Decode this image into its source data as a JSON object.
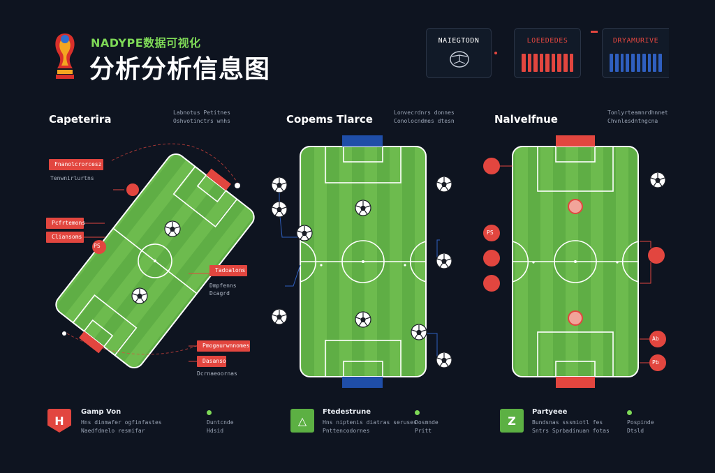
{
  "header": {
    "subtitle": "NADYPE数据可视化",
    "title": "分析分析信息图"
  },
  "stats": [
    {
      "label": "NAIEGTODN",
      "kind": "ball"
    },
    {
      "label": "LOEEDEDES",
      "kind": "bars",
      "color": "#e2463f"
    },
    {
      "label": "DRYAMURIVE",
      "kind": "bars",
      "color": "#2f5fbf"
    }
  ],
  "columns": [
    {
      "title": "Capeterira",
      "note": [
        "Labnotus Petitnes",
        "Oshvotinctrs wnhs"
      ],
      "tags": [
        {
          "label": "Fnanolcrorcesz",
          "desc": "Tenwnirlurtns"
        },
        {
          "label": "Pcfrtemons",
          "desc": ""
        },
        {
          "label": "Cliansoms",
          "desc": ""
        },
        {
          "label": "Tadoalons",
          "desc": "Dmpfenns\nDcagrd"
        },
        {
          "label": "Pmogaurwnnomes",
          "desc": ""
        },
        {
          "label": "Dasanso",
          "desc": "Dcrnaeoornas"
        }
      ],
      "marker": "PS"
    },
    {
      "title": "Copems Tlarce",
      "note": [
        "Lonvecrdnrs donnes",
        "Conolocndmes dtesn"
      ]
    },
    {
      "title": "Nalvelfnue",
      "note": [
        "Tonlyrteamnrdhnnet",
        "Chvnlesdntngcna"
      ],
      "markers": [
        "PS",
        "Ab",
        "Pb"
      ]
    }
  ],
  "footer": [
    {
      "icon": "flag-icon",
      "icon_glyph": "H",
      "color": "#e2463f",
      "title": "Gamp Von",
      "desc": [
        "Hns dinmafer ogfinfastes",
        "Naedfdnelo resmifar"
      ],
      "side": [
        "Duntcnde",
        "Hdsid"
      ]
    },
    {
      "icon": "chart-icon",
      "icon_glyph": "△",
      "color": "#5cb043",
      "title": "Ftedestrune",
      "desc": [
        "Hns niptenis diatras seruses",
        "Pnttencodornes"
      ],
      "side": [
        "Dosmnde",
        "Pritt"
      ]
    },
    {
      "icon": "zigzag-icon",
      "icon_glyph": "Z",
      "color": "#5cb043",
      "title": "Partyeee",
      "desc": [
        "Bundsnas sssmiotl fes",
        "Sntrs Sprbadinuan fotas"
      ],
      "side": [
        "Pospinde",
        "Dtsld"
      ]
    }
  ],
  "colors": {
    "background": "#0e1420",
    "pitch": "#5fae45",
    "pitch_stripe": "#6dbb4e",
    "accent_red": "#e2463f",
    "accent_blue": "#2f5fbf"
  }
}
